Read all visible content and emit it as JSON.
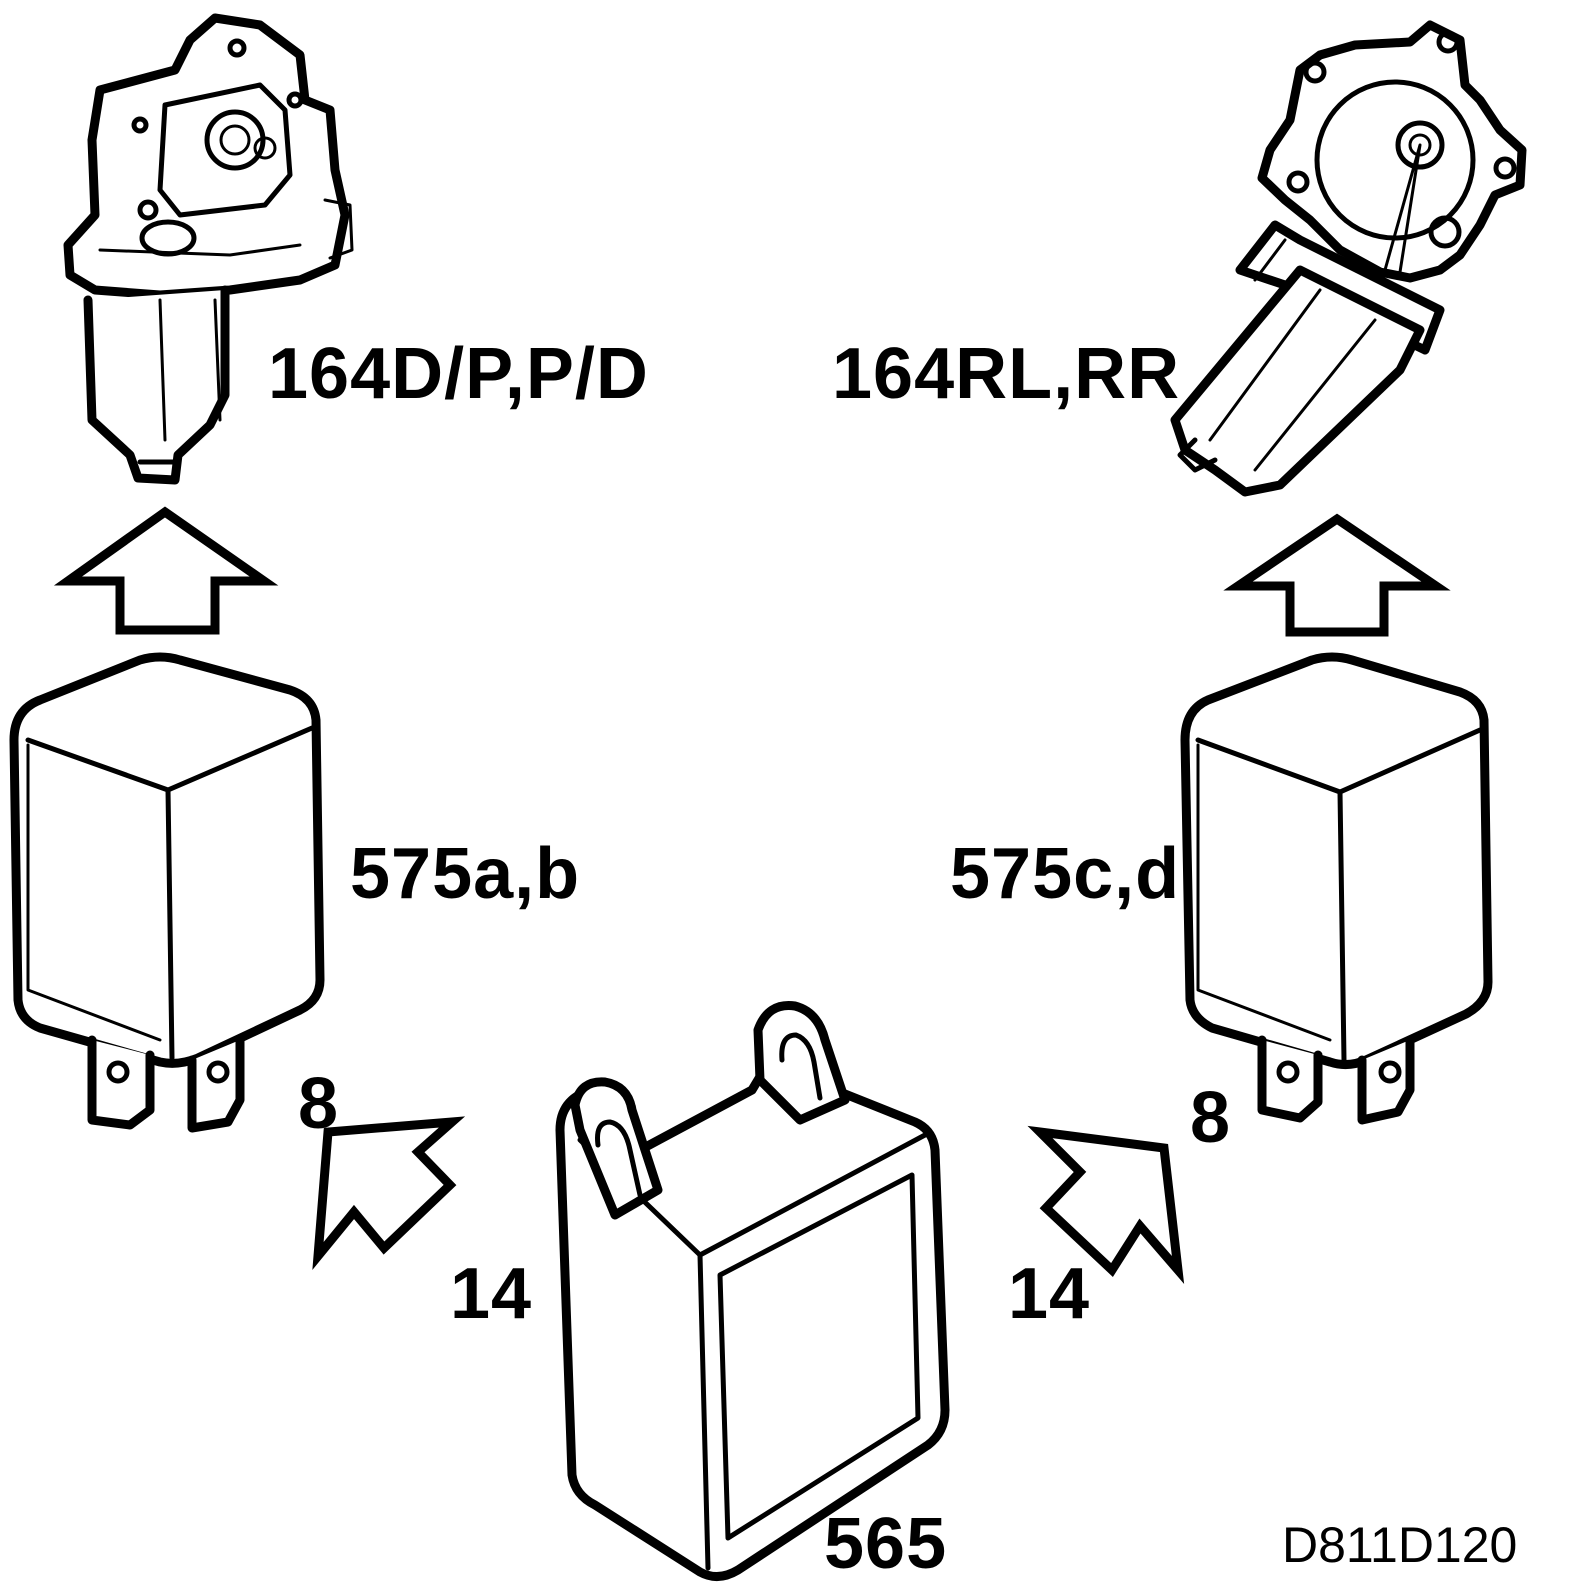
{
  "diagram": {
    "labels": {
      "motor_front": "164D/P,P/D",
      "motor_rear": "164RL,RR",
      "relay_left": "575a,b",
      "relay_right": "575c,d",
      "pin8_left": "8",
      "pin8_right": "8",
      "pin14_left": "14",
      "pin14_right": "14",
      "module": "565",
      "reference": "D811D120"
    }
  }
}
